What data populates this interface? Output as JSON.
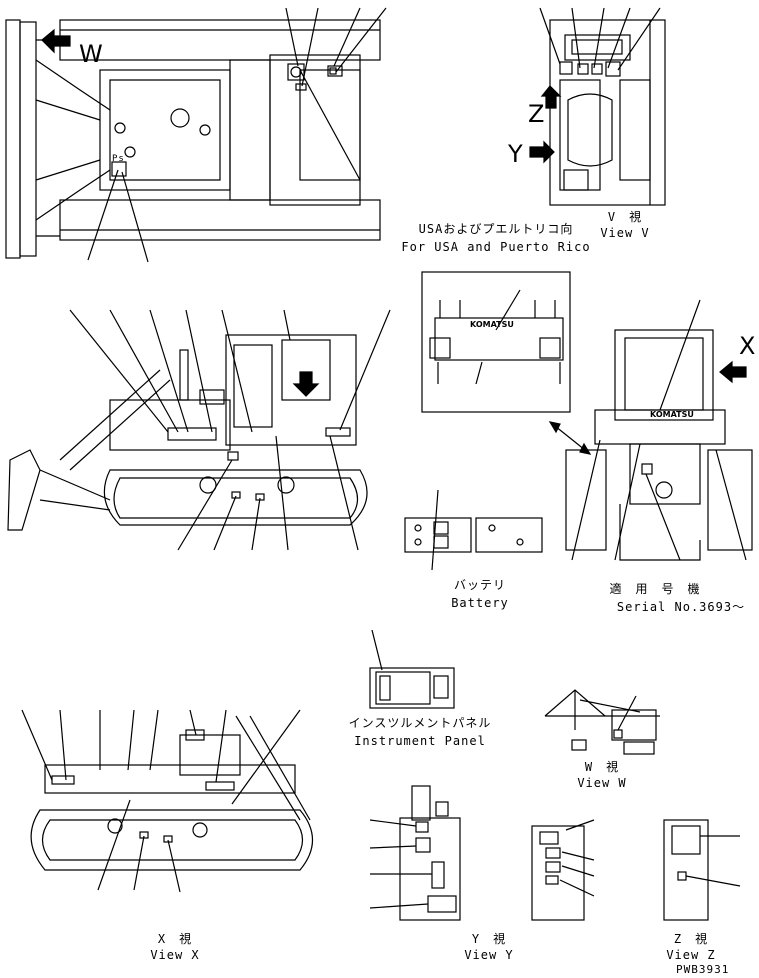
{
  "views": {
    "view_v": {
      "jp": "V　視",
      "en": "View V"
    },
    "view_w": {
      "jp": "W　視",
      "en": "View W"
    },
    "view_x": {
      "jp": "X　視",
      "en": "View X"
    },
    "view_y": {
      "jp": "Y　視",
      "en": "View Y"
    },
    "view_z": {
      "jp": "Z　視",
      "en": "View Z"
    }
  },
  "markers": {
    "w": "W",
    "x": "X",
    "y": "Y",
    "z": "Z",
    "ps": "Ps"
  },
  "usa_box": {
    "jp": "USAおよびプエルトリコ向",
    "en": "For USA and Puerto Rico"
  },
  "battery": {
    "jp": "バッテリ",
    "en": "Battery"
  },
  "serial": {
    "jp": "適　用　号　機",
    "en": "Serial No.3693～"
  },
  "instrument_panel": {
    "jp": "インスツルメントパネル",
    "en": "Instrument Panel"
  },
  "brand_mark": "KOMATSU",
  "drawing_number": "PWB3931"
}
